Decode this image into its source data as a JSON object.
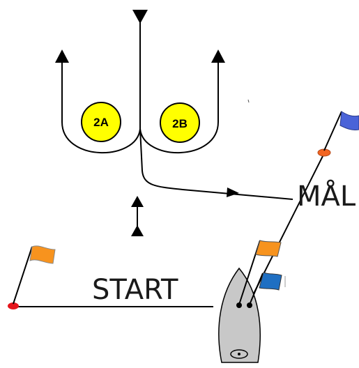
{
  "labels": {
    "start": "START",
    "finish": "MÅL"
  },
  "marks": [
    {
      "id": "2A",
      "label": "2A",
      "color": "#ffff00"
    },
    {
      "id": "2B",
      "label": "2B",
      "color": "#ffff00"
    }
  ],
  "colors": {
    "line": "#000000",
    "mark_fill": "#ffff00",
    "flag_orange": "#f7931e",
    "flag_blue": "#1f6fc2",
    "flag_blue_light": "#4a63d8",
    "buoy_red": "#e5141b",
    "buoy_orange": "#f26522",
    "boat_fill": "#c8c8c8"
  },
  "icons": [
    "triangle-down-icon",
    "arrow-up-icon",
    "flag-icon",
    "buoy-icon",
    "boat-icon"
  ]
}
